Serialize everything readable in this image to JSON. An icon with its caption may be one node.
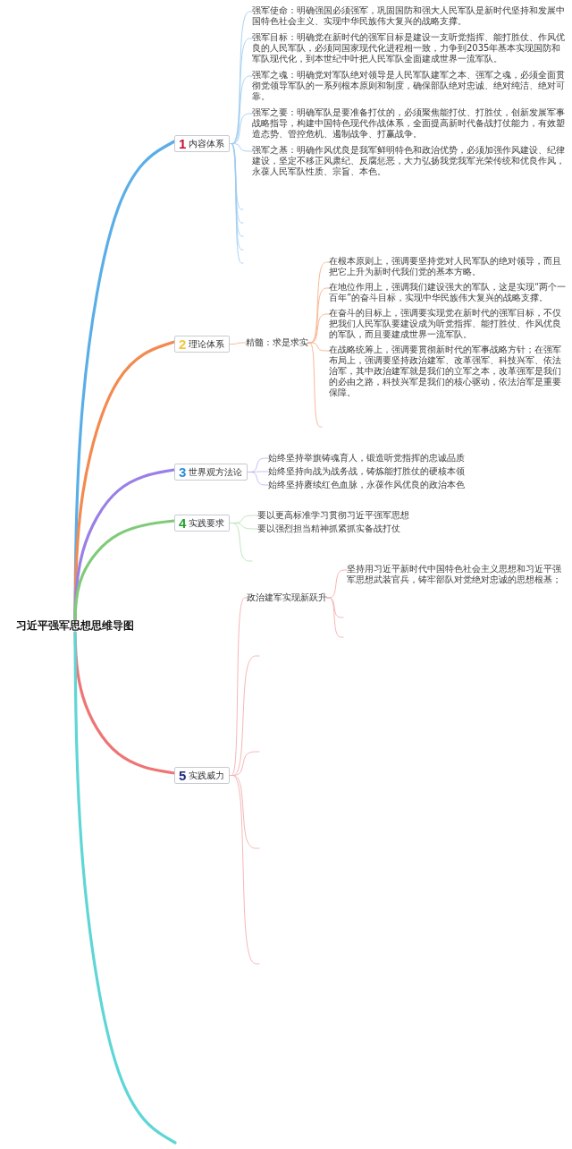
{
  "diagram": {
    "nodes": [
      {
        "text": [
          "习近平强军思想思维导图"
        ]
      },
      {
        "text": [
          "1",
          "内容体系"
        ]
      },
      {
        "text": [
          "强军使命：明确强国必须强军，巩固国防和强大人民军队是新时代坚持和发展中国特色社会主义、实现中华民族伟大复兴的战略支撑。"
        ]
      },
      {
        "text": [
          "强军目标：明确党在新时代的强军目标是建设一支听党指挥、能打胜仗、作风优良的人民军队，必须同国家现代化进程相一致，力争到2035年基本实现国防和军队现代化，到本世纪中叶把人民军队全面建成世界一流军队。"
        ]
      },
      {
        "text": [
          "强军之魂：明确党对军队绝对领导是人民军队建军之本、强军之魂，必须全面贯彻党领导军队的一系列根本原则和制度，确保部队绝对忠诚、绝对纯洁、绝对可靠。"
        ]
      },
      {
        "text": [
          "强军之要：明确军队是要准备打仗的，必须聚焦能打仗、打胜仗，创新发展军事战略指导，构建中国特色现代作战体系，全面提高新时代备战打仗能力，有效塑造态势、管控危机、遏制战争、打赢战争。"
        ]
      },
      {
        "text": [
          "强军之基：明确作风优良是我军鲜明特色和政治优势，必须加强作风建设、纪律建设，坚定不移正风肃纪、反腐惩恶，大力弘扬我党我军光荣传统和优良作风，永葆人民军队性质、宗旨、本色。"
        ]
      },
      {
        "text": [
          "2",
          "理论体系"
        ]
      },
      {
        "text": [
          "精髓：求是求实"
        ]
      },
      {
        "text": [
          "在根本原则上，强调要坚持党对人民军队的绝对领导，而且把它上升为新时代我们党的基本方略。"
        ]
      },
      {
        "text": [
          "在地位作用上，强调我们建设强大的军队，这是实现“两个一百年”的奋斗目标，实现中华民族伟大复兴的战略支撑。"
        ]
      },
      {
        "text": [
          "在奋斗的目标上，强调要实现党在新时代的强军目标，不仅把我们人民军队要建设成为听党指挥、能打胜仗、作风优良的军队，而且要建成世界一流军队。"
        ]
      },
      {
        "text": [
          "在战略统筹上，强调要贯彻新时代的军事战略方针；在强军布局上，强调要坚持政治建军、改革强军、科技兴军、依法治军，其中政治建军就是我们的立军之本，改革强军是我们的必由之路，科技兴军是我们的核心驱动，依法治军是重要保障。"
        ]
      },
      {
        "text": [
          "3",
          "世界观方法论"
        ]
      },
      {
        "text": [
          "始终坚持举旗铸魂育人，锻造听党指挥的忠诚品质"
        ]
      },
      {
        "text": [
          "始终坚持向战为战务战，铸炼能打胜仗的硬核本领"
        ]
      },
      {
        "text": [
          "始终坚持赓续红色血脉，永葆作风优良的政治本色"
        ]
      },
      {
        "text": [
          "4",
          "实践要求"
        ]
      },
      {
        "text": [
          "要以更高标准学习贯彻习近平强军思想"
        ]
      },
      {
        "text": [
          "要以强烈担当精神抓紧抓实备战打仗"
        ]
      },
      {
        "text": [
          "5",
          "实践威力"
        ]
      },
      {
        "text": [
          "政治建军实现新跃升"
        ]
      },
      {
        "text": [
          "坚持用习近平新时代中国特色社会主义思想和习近平强军思想武装官兵，铸牢部队对党绝对忠诚的思想根基；"
        ]
      }
    ],
    "edges": [
      {
        "from": 0,
        "to": 1,
        "arrow": "none",
        "style": "thick",
        "color": "#5aaee8"
      },
      {
        "from": 0,
        "to": 7,
        "arrow": "none",
        "style": "thick",
        "color": "#f38a4f"
      },
      {
        "from": 0,
        "to": 13,
        "arrow": "none",
        "style": "thick",
        "color": "#9a80e6"
      },
      {
        "from": 0,
        "to": 17,
        "arrow": "none",
        "style": "thick",
        "color": "#7fcb7a"
      },
      {
        "from": 0,
        "to": 20,
        "arrow": "none",
        "style": "thick",
        "color": "#ef7474"
      },
      {
        "from": 0,
        "to": null,
        "arrow": "none",
        "style": "thick",
        "color": "#5fd6d6"
      },
      {
        "from": 1,
        "to": 2,
        "arrow": "none",
        "color": "#9fcdf0"
      },
      {
        "from": 1,
        "to": 3,
        "arrow": "none",
        "color": "#9fcdf0"
      },
      {
        "from": 1,
        "to": 4,
        "arrow": "none",
        "color": "#9fcdf0"
      },
      {
        "from": 1,
        "to": 5,
        "arrow": "none",
        "color": "#9fcdf0"
      },
      {
        "from": 1,
        "to": 6,
        "arrow": "none",
        "color": "#9fcdf0"
      },
      {
        "from": 1,
        "to": null,
        "arrow": "none",
        "color": "#9fcdf0"
      },
      {
        "from": 1,
        "to": null,
        "arrow": "none",
        "color": "#9fcdf0"
      },
      {
        "from": 1,
        "to": null,
        "arrow": "none",
        "color": "#9fcdf0"
      },
      {
        "from": 1,
        "to": null,
        "arrow": "none",
        "color": "#9fcdf0"
      },
      {
        "from": 1,
        "to": null,
        "arrow": "none",
        "color": "#9fcdf0"
      },
      {
        "from": 7,
        "to": 8,
        "arrow": "none",
        "color": "#f7b08a"
      },
      {
        "from": 8,
        "to": 9,
        "arrow": "none",
        "color": "#f7b08a"
      },
      {
        "from": 8,
        "to": 10,
        "arrow": "none",
        "color": "#f7b08a"
      },
      {
        "from": 8,
        "to": 11,
        "arrow": "none",
        "color": "#f7b08a"
      },
      {
        "from": 8,
        "to": 12,
        "arrow": "none",
        "color": "#f7b08a"
      },
      {
        "from": 8,
        "to": null,
        "arrow": "none",
        "color": "#f7b08a"
      },
      {
        "from": 13,
        "to": 14,
        "arrow": "none",
        "color": "#c3b4f0"
      },
      {
        "from": 13,
        "to": 15,
        "arrow": "none",
        "color": "#c3b4f0"
      },
      {
        "from": 13,
        "to": 16,
        "arrow": "none",
        "color": "#c3b4f0"
      },
      {
        "from": 17,
        "to": 18,
        "arrow": "none",
        "color": "#b8e2b4"
      },
      {
        "from": 17,
        "to": 19,
        "arrow": "none",
        "color": "#b8e2b4"
      },
      {
        "from": 17,
        "to": null,
        "arrow": "none",
        "color": "#b8e2b4"
      },
      {
        "from": 20,
        "to": 21,
        "arrow": "none",
        "color": "#f5aeae"
      },
      {
        "from": 20,
        "to": null,
        "arrow": "none",
        "color": "#f5aeae"
      },
      {
        "from": 20,
        "to": null,
        "arrow": "none",
        "color": "#f5aeae"
      },
      {
        "from": 20,
        "to": null,
        "arrow": "none",
        "color": "#f5aeae"
      },
      {
        "from": 20,
        "to": null,
        "arrow": "none",
        "color": "#f5aeae"
      },
      {
        "from": 21,
        "to": 22,
        "arrow": "none",
        "color": "#f5aeae"
      },
      {
        "from": 21,
        "to": null,
        "arrow": "none",
        "color": "#f5aeae"
      },
      {
        "from": 21,
        "to": null,
        "arrow": "none",
        "color": "#f5aeae"
      }
    ]
  }
}
